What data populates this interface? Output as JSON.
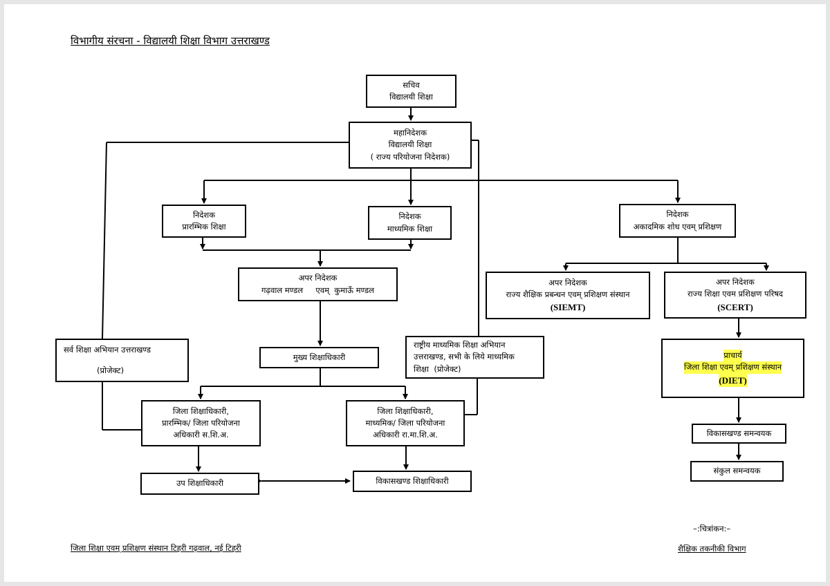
{
  "title": "विभागीय संरचना - विद्यालयी शिक्षा विभाग उत्तराखण्ड",
  "nodes": {
    "sachiv": [
      "सचिव",
      "विद्यालयी शिक्षा"
    ],
    "mahanideshak": [
      "महानिदेशक",
      "विद्यालयी शिक्षा",
      "( राज्य परियोजना निदेशक)"
    ],
    "nideshak_prarambhik": [
      "निदेशक",
      "प्रारम्भिक शिक्षा"
    ],
    "nideshak_madhyamik": [
      "निदेशक",
      "माध्यमिक शिक्षा"
    ],
    "nideshak_akadamik": [
      "निदेशक",
      "अकादमिक शोध एवम् प्रशिक्षण"
    ],
    "apar_nideshak_mandal": [
      "अपर निदेशक",
      "गढ़वाल मण्डल     एवम्  कुमाऊँ मण्डल"
    ],
    "apar_nideshak_siemt": [
      "अपर निदेशक",
      "राज्य शैक्षिक प्रबन्धन एवम् प्रशिक्षण संस्थान",
      "(SIEMT)"
    ],
    "apar_nideshak_scert": [
      "अपर निदेशक",
      "राज्य शिक्षा एवम प्रशिक्षण परिषद",
      "(SCERT)"
    ],
    "sarva_shiksha": [
      "सर्व शिक्षा अभियान उत्तराखण्ड",
      "(प्रोजेक्ट)"
    ],
    "mukhya_shikshadhikari": [
      "मुख्य शिक्षाधिकारी"
    ],
    "rashtriya_madhyamik": [
      "राष्ट्रीय माध्यमिक शिक्षा अभियान",
      "उत्तराखण्ड, सभी के लिये माध्यमिक",
      "शिक्षा  (प्रोजेक्ट)"
    ],
    "zila_prarambhik": [
      "जिला शिक्षाधिकारी,",
      "प्रारम्भिक/ जिला परियोजना",
      "अधिकारी स.शि.अ."
    ],
    "zila_madhyamik": [
      "जिला शिक्षाधिकारी,",
      "माध्यमिक/ जिला परियोजना",
      "अधिकारी रा.मा.शि.अ."
    ],
    "up_shikshadhikari": [
      "उप शिक्षाधिकारी"
    ],
    "vikaskhand_shikshadhikari": [
      "विकासखण्ड शिक्षाधिकारी"
    ],
    "pracharya_diet": [
      "प्राचार्य",
      "जिला शिक्षा एवम् प्रशिक्षण संस्थान",
      "(DIET)"
    ],
    "vikaskhand_samanvayak": [
      "विकासखण्ड समन्वयक"
    ],
    "sankul_samanvayak": [
      "संकुल समन्वयक"
    ]
  },
  "footer": {
    "left": "जिला शिक्षा एवम् प्रशिक्षण संस्थान टिहरी गढ़वाल, नई टिहरी",
    "right_top": "–:चित्रांकन:–",
    "right_bottom": "शैक्षिक तकनीकी विभाग"
  },
  "colors": {
    "highlight": "#ffff4d",
    "line": "#000000"
  }
}
